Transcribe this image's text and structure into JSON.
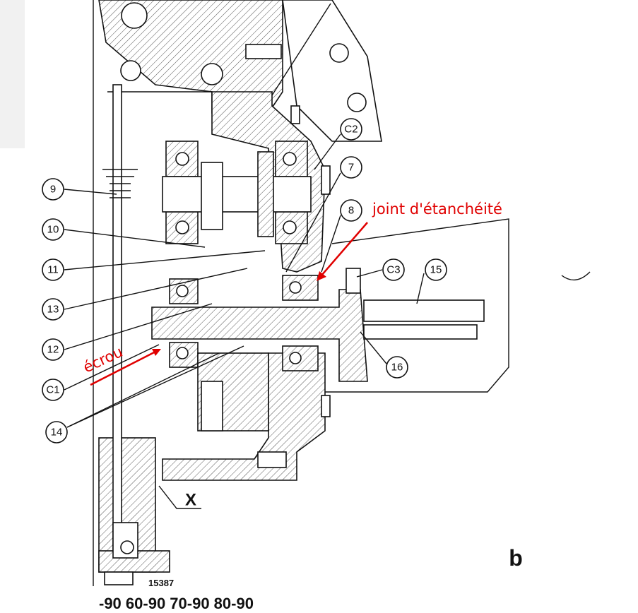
{
  "diagram": {
    "part_labels": {
      "p9": "9",
      "p10": "10",
      "p11": "11",
      "p13": "13",
      "p12": "12",
      "c1": "C1",
      "p14": "14",
      "c2": "C2",
      "p7": "7",
      "p8": "8",
      "c3": "C3",
      "p15": "15",
      "p16": "16"
    },
    "section_marker": "X",
    "figure_letter": "b",
    "drawing_number": "15387",
    "model_caption": "-90  60-90  70-90  80-90",
    "annotations": {
      "seal": "joint d'étanchéité",
      "nut": "écrou"
    },
    "annotation_color": "#e00000"
  }
}
